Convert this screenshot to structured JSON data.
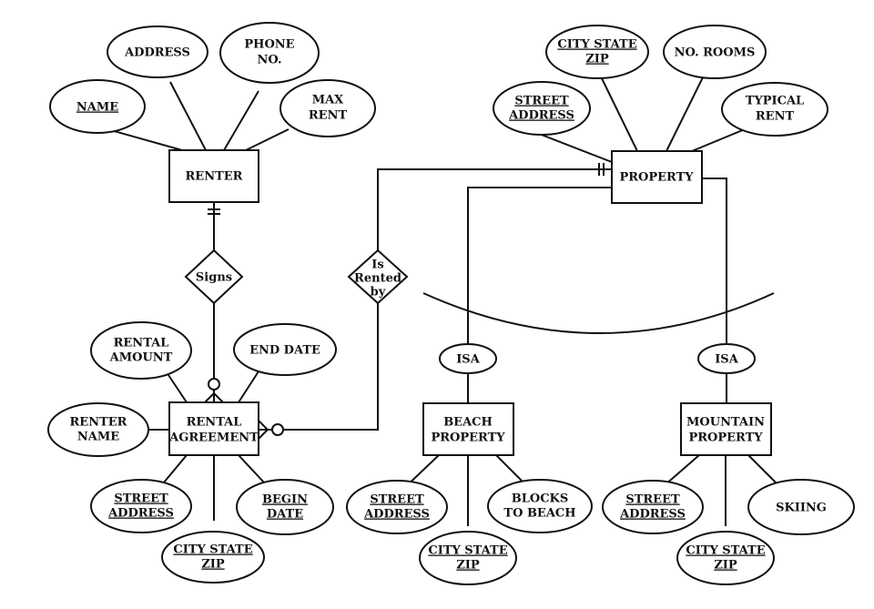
{
  "entities": {
    "renter": "RENTER",
    "property": "PROPERTY",
    "rental_agreement": [
      "RENTAL",
      "AGREEMENT"
    ],
    "beach_property": [
      "BEACH",
      "PROPERTY"
    ],
    "mountain_property": [
      "MOUNTAIN",
      "PROPERTY"
    ]
  },
  "relationships": {
    "signs": [
      "Signs"
    ],
    "is_rented_by": [
      "Is",
      "Rented",
      "by"
    ]
  },
  "isa_labels": {
    "beach": "ISA",
    "mountain": "ISA"
  },
  "attributes": {
    "renter_name": [
      "NAME"
    ],
    "renter_address": [
      "ADDRESS"
    ],
    "renter_phone": [
      "PHONE",
      "NO."
    ],
    "renter_max_rent": [
      "MAX",
      "RENT"
    ],
    "property_city_state_zip": [
      "CITY STATE",
      "ZIP"
    ],
    "property_no_rooms": [
      "NO. ROOMS"
    ],
    "property_street_address": [
      "STREET",
      "ADDRESS"
    ],
    "property_typical_rent": [
      "TYPICAL",
      "RENT"
    ],
    "ra_rental_amount": [
      "RENTAL",
      "AMOUNT"
    ],
    "ra_end_date": [
      "END DATE"
    ],
    "ra_renter_name": [
      "RENTER",
      "NAME"
    ],
    "ra_street_address": [
      "STREET",
      "ADDRESS"
    ],
    "ra_begin_date": [
      "BEGIN",
      "DATE"
    ],
    "ra_city_state_zip": [
      "CITY STATE",
      "ZIP"
    ],
    "beach_street_address": [
      "STREET",
      "ADDRESS"
    ],
    "beach_city_state_zip": [
      "CITY STATE",
      "ZIP"
    ],
    "beach_blocks_to_beach": [
      "BLOCKS",
      "TO BEACH"
    ],
    "mountain_street_address": [
      "STREET",
      "ADDRESS"
    ],
    "mountain_city_state_zip": [
      "CITY STATE",
      "ZIP"
    ],
    "mountain_skiing": [
      "SKIING"
    ]
  }
}
